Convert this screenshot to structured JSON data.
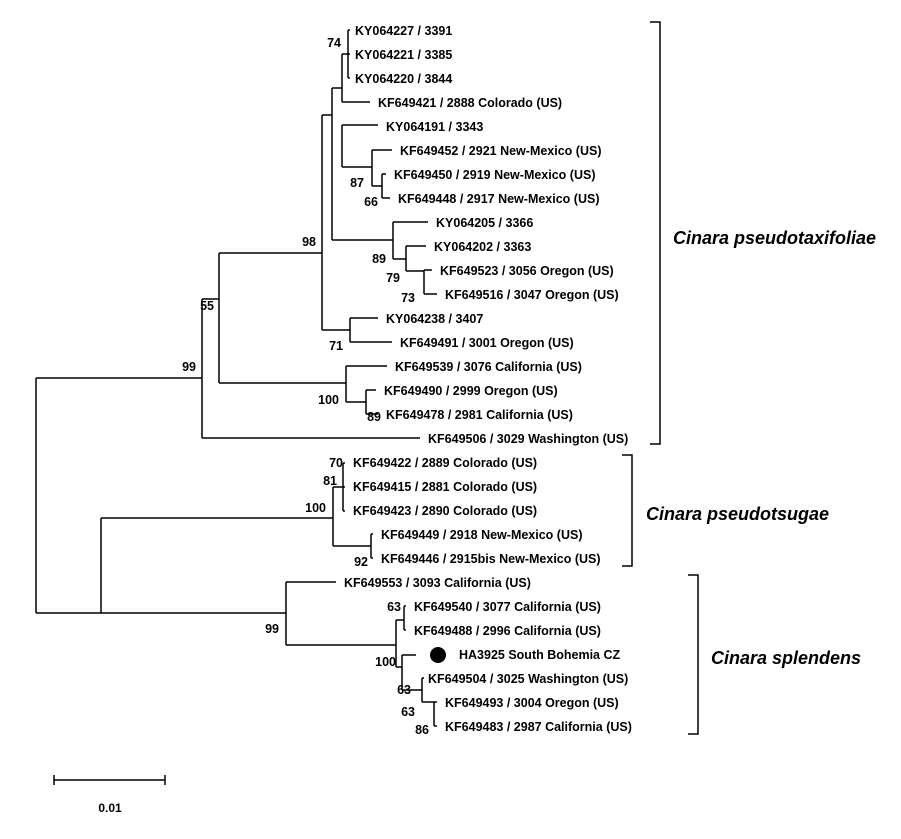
{
  "tips": [
    "KY064227 / 3391",
    "KY064221 / 3385",
    "KY064220 / 3844",
    "KF649421 / 2888 Colorado (US)",
    "KY064191 / 3343",
    "KF649452 / 2921 New-Mexico (US)",
    "KF649450 / 2919 New-Mexico (US)",
    "KF649448 / 2917 New-Mexico (US)",
    "KY064205 / 3366",
    "KY064202 / 3363",
    "KF649523 / 3056 Oregon (US)",
    "KF649516 / 3047 Oregon (US)",
    "KY064238 / 3407",
    "KF649491 / 3001 Oregon (US)",
    "KF649539 / 3076 California (US)",
    "KF649490 / 2999 Oregon (US)",
    "KF649478 / 2981 California (US)",
    "KF649506 / 3029 Washington (US)",
    "KF649422 / 2889 Colorado (US)",
    "KF649415 / 2881 Colorado (US)",
    "KF649423 / 2890 Colorado (US)",
    "KF649449 / 2918 New-Mexico (US)",
    "KF649446 / 2915bis New-Mexico (US)",
    "KF649553 / 3093 California (US)",
    "KF649540 / 3077 California (US)",
    "KF649488 / 2996 California (US)",
    "HA3925 South Bohemia CZ",
    "KF649504 / 3025 Washington (US)",
    "KF649493 / 3004 Oregon (US)",
    "KF649483 / 2987 California (US)"
  ],
  "highlighted_tip": "HA3925 South Bohemia CZ",
  "bootstrap": [
    "74",
    "87",
    "66",
    "98",
    "89",
    "79",
    "73",
    "71",
    "55",
    "100",
    "89",
    "99",
    "70",
    "81",
    "100",
    "92",
    "99",
    "63",
    "100",
    "63",
    "63",
    "86"
  ],
  "clades": [
    {
      "name": "Cinara pseudotaxifoliae"
    },
    {
      "name": "Cinara pseudotsugae"
    },
    {
      "name": "Cinara splendens"
    }
  ],
  "scale_bar": {
    "label": "0.01"
  },
  "colors": {
    "line": "#000000",
    "background": "#ffffff",
    "marker": "#000000"
  }
}
